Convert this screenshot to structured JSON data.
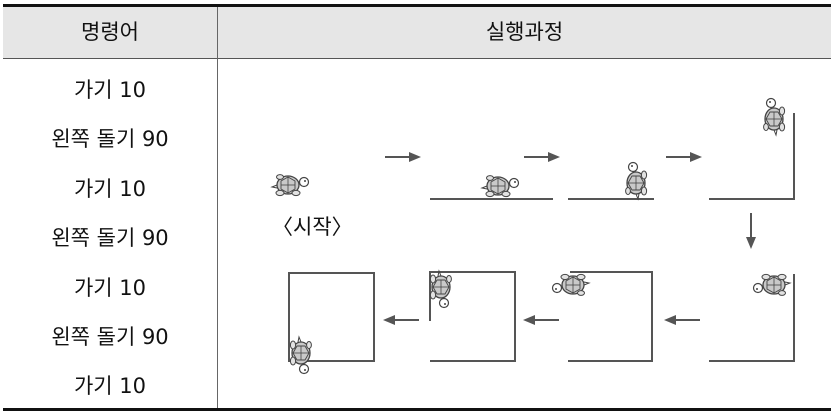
{
  "header": {
    "command_col": "명령어",
    "process_col": "실행과정"
  },
  "commands": [
    "가기 10",
    "왼쪽 돌기 90",
    "가기 10",
    "왼쪽 돌기 90",
    "가기 10",
    "왼쪽 돌기 90",
    "가기 10"
  ],
  "process": {
    "start_label": "〈시작〉",
    "stroke_color": "#555555",
    "turtle_icon": "turtle-icon",
    "arrow_icon": "arrow-icon"
  }
}
